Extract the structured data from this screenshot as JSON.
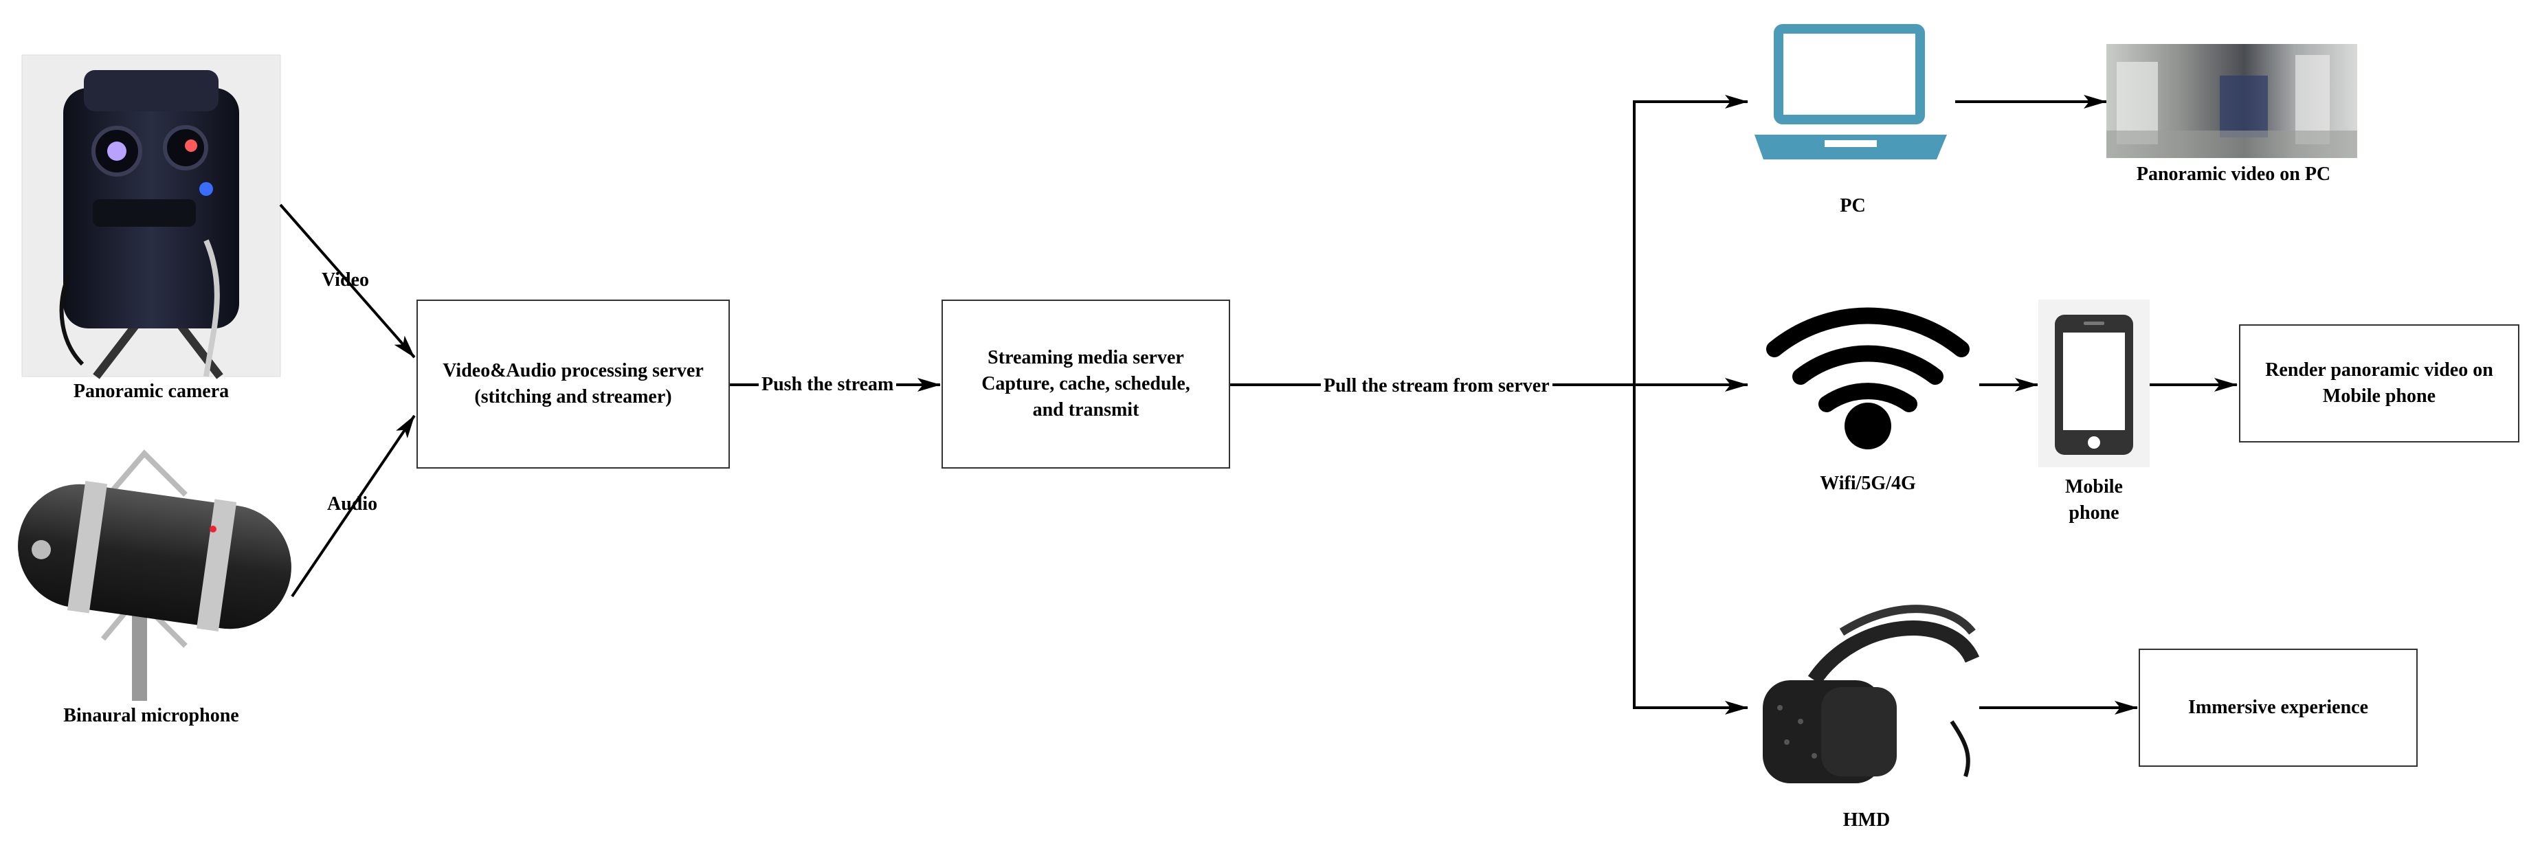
{
  "diagram": {
    "sources": {
      "camera_label": "Panoramic camera",
      "mic_label": "Binaural microphone"
    },
    "edges": {
      "video": "Video",
      "audio": "Audio",
      "push": "Push the stream",
      "pull": "Pull the stream from server"
    },
    "processing_server": {
      "line1": "Video&Audio processing server",
      "line2": "(stitching and streamer)"
    },
    "streaming_server": {
      "line1": "Streaming media server",
      "line2": "Capture, cache, schedule,",
      "line3": "and transmit"
    },
    "devices": {
      "pc_label": "PC",
      "pc_output": "Panoramic video on PC",
      "wifi_label": "Wifi/5G/4G",
      "mobile_label_line1": "Mobile",
      "mobile_label_line2": "phone",
      "mobile_output_line1": "Render panoramic video on",
      "mobile_output_line2": "Mobile phone",
      "hmd_label": "HMD",
      "hmd_output": "Immersive experience"
    },
    "colors": {
      "laptop": "#4a9ab8",
      "line": "#000000",
      "camera_body": "#1b1d2a",
      "mic_body": "#2b2b2b"
    }
  }
}
